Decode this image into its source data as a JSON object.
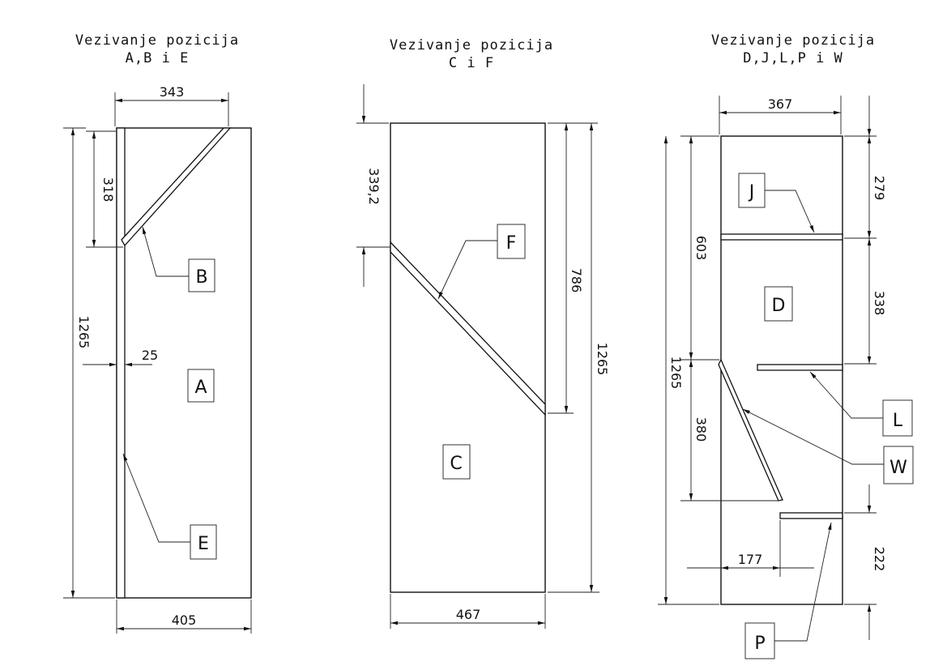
{
  "views": [
    {
      "title_line1": "Vezivanje pozicija",
      "title_line2": "A,B i E",
      "dims": [
        "343",
        "318",
        "1265",
        "25",
        "405"
      ],
      "labels": [
        "B",
        "A",
        "E"
      ]
    },
    {
      "title_line1": "Vezivanje pozicija",
      "title_line2": "C i F",
      "dims": [
        "339,2",
        "786",
        "1265",
        "467"
      ],
      "labels": [
        "F",
        "C"
      ]
    },
    {
      "title_line1": "Vezivanje pozicija",
      "title_line2": "D,J,L,P i W",
      "dims": [
        "367",
        "279",
        "603",
        "338",
        "1265",
        "380",
        "177",
        "222"
      ],
      "labels": [
        "J",
        "D",
        "L",
        "W",
        "P"
      ]
    }
  ]
}
